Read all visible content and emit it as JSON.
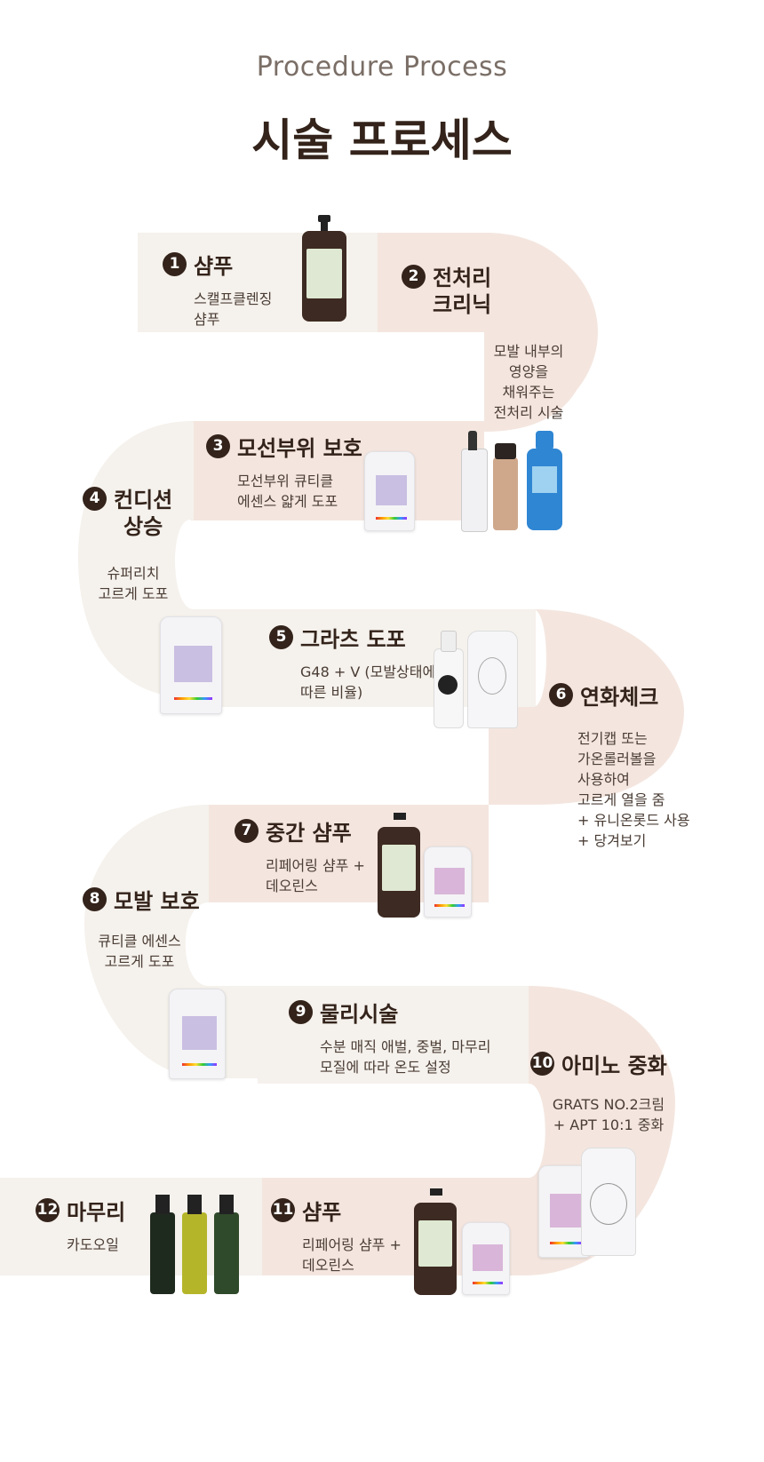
{
  "header": {
    "subtitle": "Procedure Process",
    "title": "시술 프로세스"
  },
  "colors": {
    "road_light": "#f5f1ec",
    "road_pink": "#f4e6df",
    "dark": "#33231a"
  },
  "steps": [
    {
      "num": "1",
      "title": "샴푸",
      "desc": "스캘프클렌징\n샴푸"
    },
    {
      "num": "2",
      "title": "전처리\n크리닉",
      "desc": "모발 내부의\n영양을\n채워주는\n전처리 시술"
    },
    {
      "num": "3",
      "title": "모선부위 보호",
      "desc": "모선부위 큐티클\n에센스 얇게 도포"
    },
    {
      "num": "4",
      "title": "컨디션\n상승",
      "desc": "슈퍼리치\n고르게 도포"
    },
    {
      "num": "5",
      "title": "그라츠 도포",
      "desc": "G48 + V (모발상태에\n따른 비율)"
    },
    {
      "num": "6",
      "title": "연화체크",
      "desc": "전기캡 또는\n가온롤러볼을\n사용하여\n고르게 열을 줌\n+ 유니온롯드 사용\n+ 당겨보기"
    },
    {
      "num": "7",
      "title": "중간 샴푸",
      "desc": "리페어링 샴푸 +\n데오린스"
    },
    {
      "num": "8",
      "title": "모발 보호",
      "desc": "큐티클 에센스\n고르게 도포"
    },
    {
      "num": "9",
      "title": "물리시술",
      "desc": "수분 매직 애벌, 중벌, 마무리\n모질에 따라 온도 설정"
    },
    {
      "num": "10",
      "title": "아미노 중화",
      "desc": "GRATS NO.2크림\n+ APT 10:1 중화"
    },
    {
      "num": "11",
      "title": "샴푸",
      "desc": "리페어링 샴푸 +\n데오린스"
    },
    {
      "num": "12",
      "title": "마무리",
      "desc": "카도오일"
    }
  ],
  "products": {
    "p1": "shampoo-bottle-icon",
    "p2": "pretreatment-bottles-icon",
    "p3": "cuticle-essence-pouch-icon",
    "p4": "super-rich-pouch-icon",
    "p5": "grats-g48-v-icon",
    "p7": "shampoo-and-rinse-icon",
    "p9": "cuticle-essence-pouch-icon",
    "p10": "grats-no2-cream-icon",
    "p11": "shampoo-and-rinse-icon",
    "p12": "kado-oil-bottles-icon"
  }
}
